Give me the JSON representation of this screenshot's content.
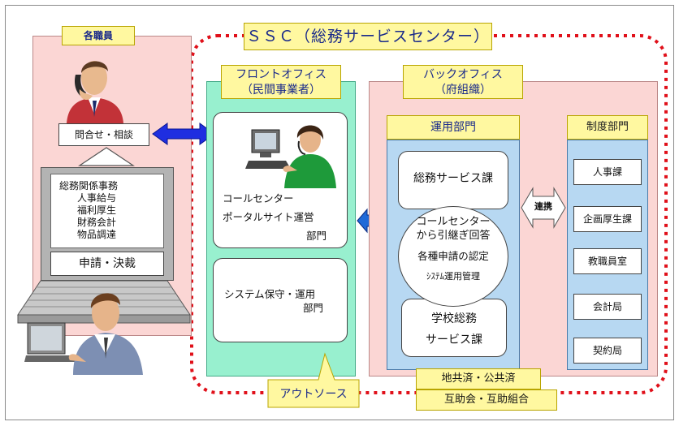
{
  "title": "ＳＳＣ（総務サービスセンター）",
  "staff": {
    "label": "各職員",
    "inquiry": "問合せ・相談",
    "monitor_lines": [
      "総務関係事務",
      "人事給与",
      "福利厚生",
      "財務会計",
      "物品調達"
    ],
    "application": "申請・決裁"
  },
  "front_office": {
    "title_line1": "フロントオフィス",
    "title_line2": "（民間事業者）",
    "call_center_lines": [
      "コールセンター",
      "ポータルサイト運営",
      "部門"
    ],
    "system_lines": [
      "システム保守・運用",
      "部門"
    ],
    "outsource": "アウトソース"
  },
  "back_office": {
    "title_line1": "バックオフィス",
    "title_line2": "（府組織）",
    "operations": {
      "title": "運用部門",
      "general_affairs": "総務サービス課",
      "circle_lines": [
        "コールセンター",
        "から引継ぎ回答",
        "各種申請の認定",
        "ｼｽﾃﾑ運用管理"
      ],
      "school_lines": [
        "学校総務",
        "サービス課"
      ]
    },
    "cooperation": "連携",
    "policy": {
      "title": "制度部門",
      "items": [
        "人事課",
        "企画厚生課",
        "教職員室",
        "会計局",
        "契約局"
      ]
    }
  },
  "mutual_aid": {
    "line1": "地共済・公共済",
    "line2": "互助会・互助組合"
  },
  "colors": {
    "pink": "#fbd6d4",
    "mint": "#98f0cf",
    "light_blue": "#b7d8f2",
    "yellow": "#fff8a0",
    "red_dotted": "#e0101a",
    "arrow_blue": "#1f2ee0"
  }
}
